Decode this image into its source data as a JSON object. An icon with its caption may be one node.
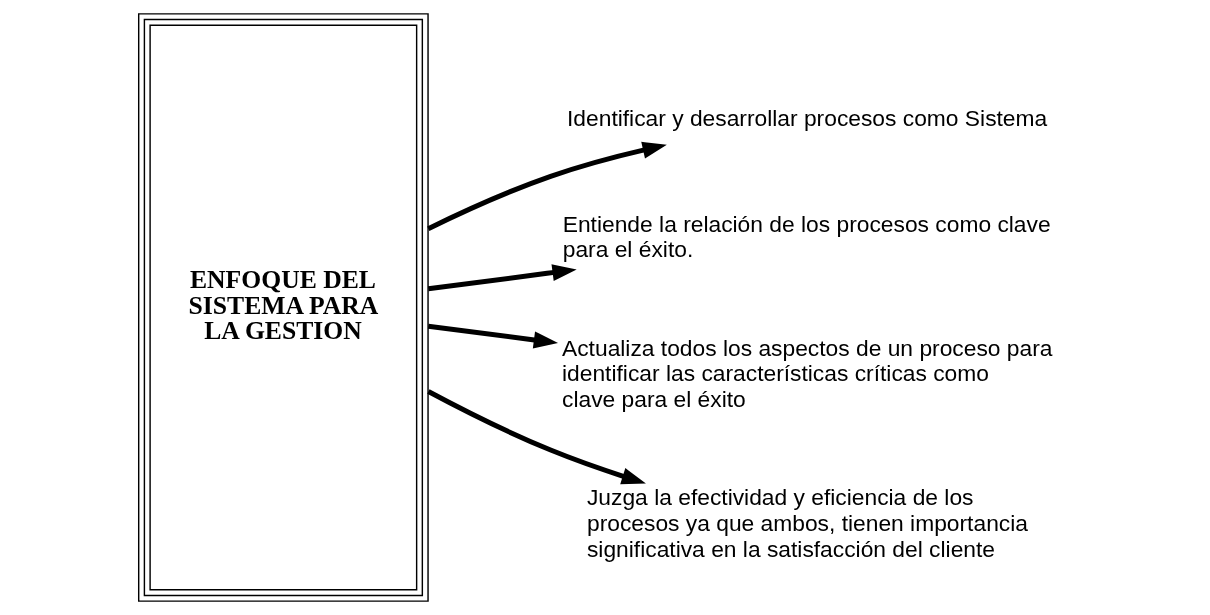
{
  "diagram": {
    "nodes": [
      {
        "text": [
          "ENFOQUE DEL SISTEMA PARA LA GESTION"
        ]
      },
      {
        "text": [
          "Identificar y desarrollar procesos como Sistema"
        ]
      },
      {
        "text": [
          "Entiende la relación de los procesos como clave para el éxito."
        ]
      },
      {
        "text": [
          "Actualiza todos los aspectos de un proceso para identificar las características críticas como clave para el éxito"
        ]
      },
      {
        "text": [
          "Juzga la efectividad y eficiencia de los procesos ya que ambos, tienen importancia significativa en la satisfacción del cliente"
        ]
      }
    ],
    "edges": [
      {
        "from": 0,
        "to": 1,
        "arrow": "to"
      },
      {
        "from": 0,
        "to": 2,
        "arrow": "to"
      },
      {
        "from": 0,
        "to": 3,
        "arrow": "to"
      },
      {
        "from": 0,
        "to": 4,
        "arrow": "to"
      }
    ]
  }
}
